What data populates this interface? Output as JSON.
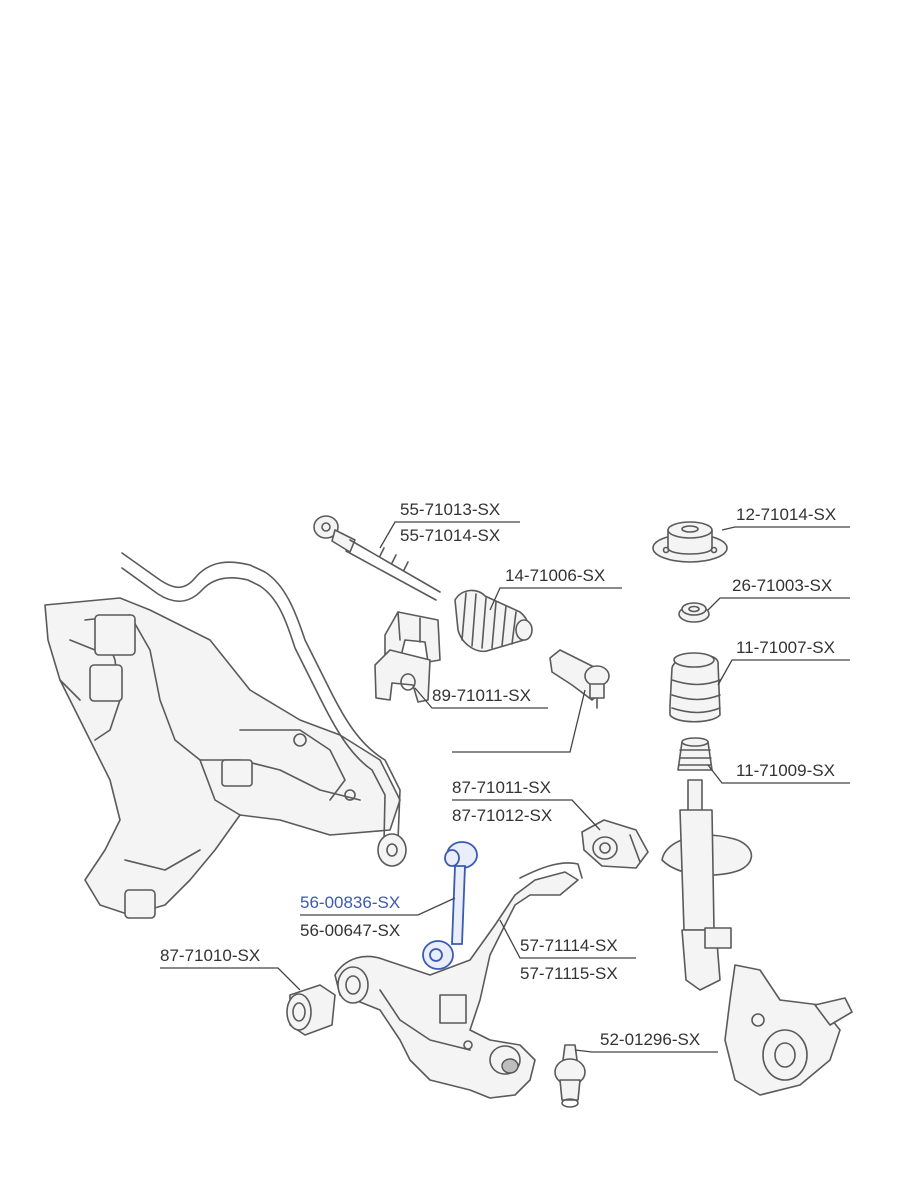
{
  "diagram": {
    "labels": {
      "tie_rod_1": "55-71013-SX",
      "tie_rod_2": "55-71014-SX",
      "boot": "14-71006-SX",
      "stab_bush": "89-71011-SX",
      "arm_bush_1": "87-71011-SX",
      "arm_bush_2": "87-71012-SX",
      "link_blue": "56-00836-SX",
      "link": "56-00647-SX",
      "front_bush": "87-71010-SX",
      "lower_arm_1": "57-71114-SX",
      "lower_arm_2": "57-71115-SX",
      "ball_joint": "52-01296-SX",
      "strut_mount": "12-71014-SX",
      "bearing": "26-71003-SX",
      "dust_boot": "11-71007-SX",
      "bump_stop": "11-71009-SX"
    },
    "colors": {
      "line": "#5a5a5a",
      "text": "#333333",
      "highlight": "#3a5bb0"
    }
  }
}
